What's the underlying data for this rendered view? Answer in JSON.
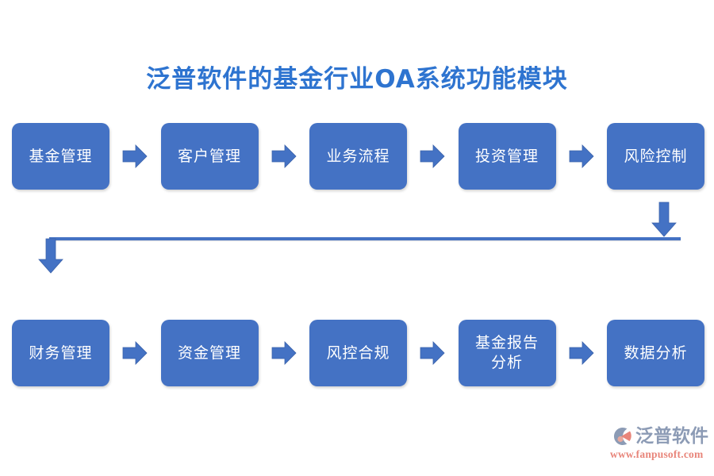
{
  "page": {
    "background_color": "#FFFFFF",
    "title": "泛普软件的基金行业OA系统功能模块",
    "title_color": "#2E74D0",
    "node_fill_color": "#4472C4",
    "node_text_color": "#FFFFFF",
    "connector_color": "#4472C4"
  },
  "flow": {
    "row1": {
      "nodes": [
        {
          "label": "基金管理"
        },
        {
          "label": "客户管理"
        },
        {
          "label": "业务流程"
        },
        {
          "label": "投资管理"
        },
        {
          "label": "风险控制"
        }
      ]
    },
    "row2": {
      "nodes": [
        {
          "label": "财务管理"
        },
        {
          "label": "资金管理"
        },
        {
          "label": "风控合规"
        },
        {
          "label": "基金报告\n分析"
        },
        {
          "label": "数据分析"
        }
      ]
    },
    "connectors": {
      "arrow_right_icon": "arrow-right-icon",
      "arrow_down_icon": "arrow-down-icon",
      "wrap_line_icon": "horizontal-line"
    }
  },
  "logo": {
    "mark_icon": "fanpu-circle-icon",
    "brand": "泛普软件",
    "url": "www.fanpusoft.com",
    "brand_color": "#8C9BB5",
    "url_color": "#E8857A"
  }
}
